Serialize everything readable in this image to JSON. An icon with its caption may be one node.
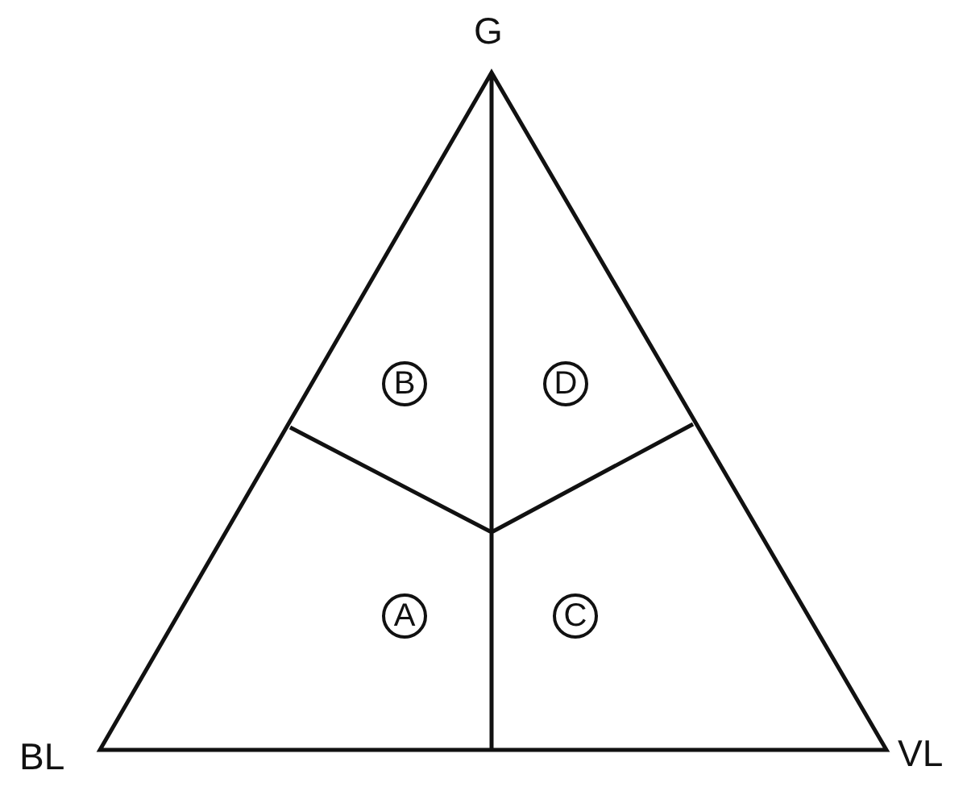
{
  "diagram": {
    "nodes": [
      {
        "text": [
          "B"
        ]
      },
      {
        "text": [
          "D"
        ]
      },
      {
        "text": [
          "A"
        ]
      },
      {
        "text": [
          "C"
        ]
      }
    ],
    "labels": [
      "G",
      "BL",
      "VL"
    ]
  }
}
